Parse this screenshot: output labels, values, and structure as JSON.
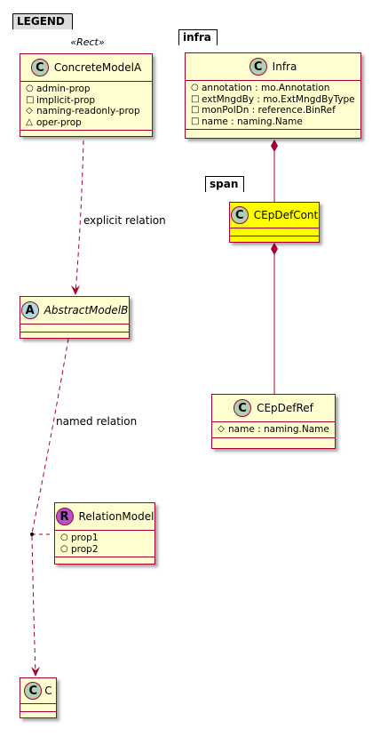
{
  "packages": {
    "legend": {
      "title": "LEGEND",
      "stereotype": "«Rect»"
    },
    "infra": {
      "title": "infra"
    },
    "span": {
      "title": "span"
    }
  },
  "classes": {
    "concrete_model_a": {
      "icon": "C",
      "name": "ConcreteModelA",
      "fields": [
        {
          "vis": "○",
          "text": "admin-prop"
        },
        {
          "vis": "□",
          "text": "implicit-prop"
        },
        {
          "vis": "◇",
          "text": "naming-readonly-prop"
        },
        {
          "vis": "△",
          "text": "oper-prop"
        }
      ]
    },
    "abstract_model_b": {
      "icon": "A",
      "name": "AbstractModelB"
    },
    "relation_model": {
      "icon": "R",
      "name": "RelationModel",
      "fields": [
        {
          "vis": "○",
          "text": "prop1"
        },
        {
          "vis": "○",
          "text": "prop2"
        }
      ]
    },
    "c": {
      "icon": "C",
      "name": "C"
    },
    "infra": {
      "icon": "C",
      "name": "Infra",
      "fields": [
        {
          "vis": "○",
          "text": "annotation : mo.Annotation"
        },
        {
          "vis": "□",
          "text": "extMngdBy : mo.ExtMngdByType"
        },
        {
          "vis": "□",
          "text": "monPolDn : reference.BinRef"
        },
        {
          "vis": "□",
          "text": "name : naming.Name"
        }
      ]
    },
    "cepdefcont": {
      "icon": "C",
      "name": "CEpDefCont"
    },
    "cepdefref": {
      "icon": "C",
      "name": "CEpDefRef",
      "fields": [
        {
          "vis": "◇",
          "text": "name : naming.Name"
        }
      ]
    }
  },
  "relations": {
    "explicit": "explicit relation",
    "named": "named relation"
  },
  "colors": {
    "class_fill": "#FEFECE",
    "class_border": "#A80036",
    "highlight_fill": "#FFFF00",
    "legend_fill": "#DDDDDD"
  }
}
